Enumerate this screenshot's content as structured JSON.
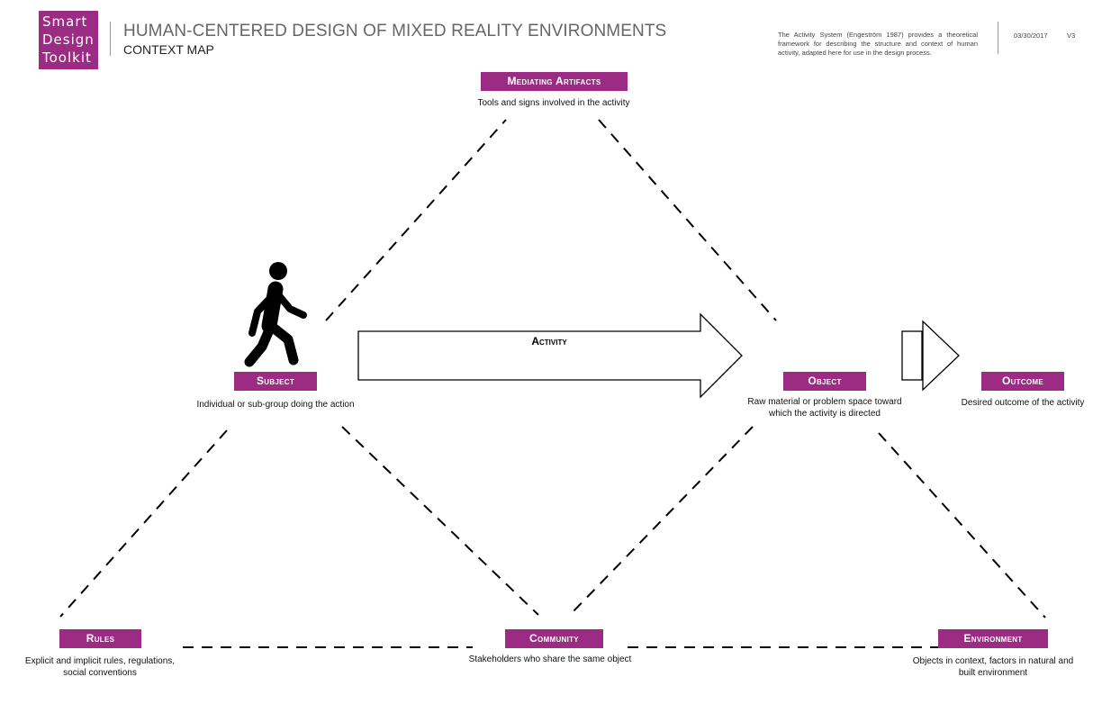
{
  "logo": {
    "line1": "Smart",
    "line2": "Design",
    "line3": "Toolkit"
  },
  "header": {
    "title": "HUMAN-CENTERED DESIGN OF MIXED REALITY ENVIRONMENTS",
    "subtitle": "CONTEXT MAP",
    "description": "The Activity System (Engeström 1987) provides a theoretical framework for describing the structure and context of human activity, adapted here for use in the design process.",
    "date": "03/30/2017",
    "version": "V3"
  },
  "nodes": {
    "mediating": {
      "label": "Mediating Artifacts",
      "caption": "Tools and signs involved in the activity"
    },
    "subject": {
      "label": "Subject",
      "caption": "Individual or sub-group doing the action"
    },
    "object": {
      "label": "Object",
      "caption": "Raw material or problem space toward which the activity is directed"
    },
    "outcome": {
      "label": "Outcome",
      "caption": "Desired outcome of the activity"
    },
    "rules": {
      "label": "Rules",
      "caption": "Explicit and implicit rules, regulations, social conventions"
    },
    "community": {
      "label": "Community",
      "caption": "Stakeholders who share the same object"
    },
    "environment": {
      "label": "Environment",
      "caption": "Objects in context, factors in natural and built environment"
    }
  },
  "activity": {
    "label": "Activity"
  },
  "icons": {
    "subject_figure": "walking-person-icon"
  },
  "colors": {
    "accent": "#9b2b83",
    "line": "#000000"
  }
}
